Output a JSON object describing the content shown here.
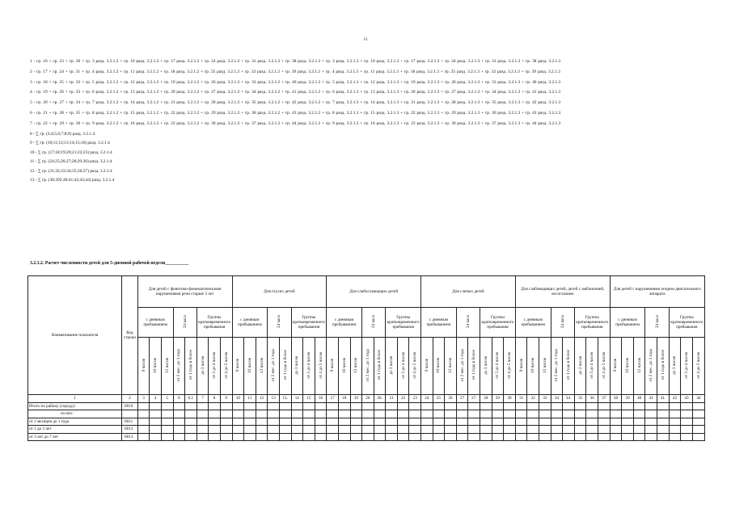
{
  "page_number": "15",
  "formulas": [
    "1 - гр. 16 + гр. 23 + гр. 30 + гр. 3 разд. 3.2.1.2 + гр. 10 разд. 3.2.1.2 + гр. 17 разд. 3.2.1.2 + гр. 24 разд. 3.2.1.2 + гр. 31 разд. 3.2.1.2 + гр. 38 разд. 3.2.1.2 + гр. 3 разд. 3.2.1.3 + гр. 10 разд. 3.2.1.3 + гр. 17 разд. 3.2.1.3 + гр. 24 разд. 3.2.1.3 + гр. 31 разд. 3.2.1.3 + гр. 38 разд. 3.2.1.3",
    "2 - гр. 17 + гр. 24 + гр. 31 + гр. 4 разд. 3.2.1.2 + гр. 11 разд. 3.2.1.2 + гр. 18 разд. 3.2.1.2 + гр. 25 разд. 3.2.1.2 + гр. 32 разд. 3.2.1.2 + гр. 39 разд. 3.2.1.2 + гр. 4 разд. 3.2.1.3 + гр. 11 разд. 3.2.1.3 + гр. 18 разд. 3.2.1.3 + гр. 25 разд. 3.2.1.3 + гр. 32 разд. 3.2.1.3 + гр. 39 разд. 3.2.1.3",
    "3 - гр. 18 + гр. 25 + гр. 32 + гр. 5 разд. 3.2.1.2 + гр. 12 разд. 3.2.1.2 + гр. 19 разд. 3.2.1.2 + гр. 26 разд. 3.2.1.2 + гр. 33 разд. 3.2.1.2 + гр. 40 разд. 3.2.1.2 + гр. 5 разд. 3.2.1.3 + гр. 12 разд. 3.2.1.3 + гр. 19 разд. 3.2.1.3 + гр. 26 разд. 3.2.1.3 + гр. 33 разд. 3.2.1.3 + гр. 40 разд. 3.2.1.3",
    "4 - гр. 19 + гр. 26 + гр. 33 + гр. 6 разд. 3.2.1.2 + гр. 13 разд. 3.2.1.2 + гр. 20 разд. 3.2.1.2 + гр. 27 разд. 3.2.1.2 + гр. 34 разд. 3.2.1.2 + гр. 41 разд. 3.2.1.2 + гр. 6 разд. 3.2.1.3 + гр. 13 разд. 3.2.1.3 + гр. 20 разд. 3.2.1.3 + гр. 27 разд. 3.2.1.3 + гр. 34 разд. 3.2.1.3 + гр. 41 разд. 3.2.1.3",
    "5 - гр. 20 + гр. 27 + гр. 34 + гр. 7 разд. 3.2.1.2 + гр. 14 разд. 3.2.1.2 + гр. 21 разд. 3.2.1.2 + гр. 28 разд. 3.2.1.2 + гр. 35 разд. 3.2.1.2 + гр. 42 разд. 3.2.1.2 + гр. 7 разд. 3.2.1.3 + гр. 14 разд. 3.2.1.3 + гр. 21 разд. 3.2.1.3 + гр. 28 разд. 3.2.1.3 + гр. 35 разд. 3.2.1.3 + гр. 42 разд. 3.2.1.3",
    "6 - гр. 21 + гр. 28 + гр. 35 + гр. 8 разд. 3.2.1.2 + гр. 15 разд. 3.2.1.2 + гр. 22 разд. 3.2.1.2 + гр. 29 разд. 3.2.1.2 + гр. 36 разд. 3.2.1.2 + гр. 43 разд. 3.2.1.2 + гр. 8 разд. 3.2.1.3 + гр. 15 разд. 3.2.1.3 + гр. 22 разд. 3.2.1.3 + гр. 29 разд. 3.2.1.3 + гр. 36 разд. 3.2.1.3 + гр. 43 разд. 3.2.1.3",
    "7 - гр. 22 + гр. 29 + гр. 36 + гр. 9 разд. 3.2.1.2 + гр. 16 разд. 3.2.1.2 + гр. 23 разд. 3.2.1.2 + гр. 30 разд. 3.2.1.2 + гр. 37 разд. 3.2.1.2 + гр. 44 разд. 3.2.1.2 + гр. 9 разд. 3.2.1.3 + гр. 16 разд. 3.2.1.3 + гр. 23 разд. 3.2.1.3 + гр. 30 разд. 3.2.1.3 + гр. 37 разд. 3.2.1.3 + гр. 44 разд. 3.2.1.3"
  ],
  "sums": [
    "8 - ∑ гр. (3;4;5;6;7;8;9) разд. 3.2.1.4",
    "9 - ∑ гр. (10;11;12;13;14;15;16) разд. 3.2.1.4",
    "10 - ∑ гр. (17;18;19;20;21;22;23) разд. 3.2.1.4",
    "11 - ∑ гр. (24;25;26;27;28;29;30) разд. 3.2.1.4",
    "12 - ∑ гр. (31;32;33;34;35;36;37) разд. 3.2.1.4",
    "13 - ∑ гр. (38;392;40;41;42;43;44) разд. 3.2.1.4"
  ],
  "section_title": "3.2.1.2. Расчет численности детей для 5-дневной рабочей недели__________",
  "table": {
    "name_header": "Наименование показателя",
    "code_header": "Код строки",
    "groups": [
      "Для детей с фонетико-фонематическими нарушениями речи старше 3 лет",
      "Для глухих детей",
      "Для слабослышащих детей",
      "Для слепых детей",
      "Для слабовидящих детей, детей с амблиопией, косоглазием",
      "Для детей с нарушениями опорно-двигательного аппарата"
    ],
    "sub_day": "с дневным пребыванием",
    "sub_24": "24 часа",
    "sub_short": [
      "Группы кратковременного пребывания",
      "Группы кратковременного пребывания",
      "Группы кратковременного пребывания",
      "Группы кратковременного пребывания",
      "Группы кратковременного пребывания",
      "Группы кратковременного пребывания"
    ],
    "vertical": [
      "9 часов",
      "10 часов",
      "12 часов",
      "от 2 мес. до 1 года",
      "от 1 года и более",
      "до 3 часов",
      "от 3 до 4 часов",
      "от 4 до 5 часов"
    ],
    "column_numbers": [
      "1",
      "2",
      "3",
      "4",
      "5",
      "6",
      "6.1",
      "7",
      "8",
      "9",
      "10",
      "11",
      "12",
      "13",
      "13.",
      "14",
      "15",
      "16",
      "17",
      "18",
      "19",
      "20",
      "20.",
      "21",
      "22",
      "23",
      "24",
      "25",
      "26",
      "27",
      "27.",
      "28",
      "29",
      "30",
      "31",
      "32",
      "33",
      "34",
      "34.",
      "35",
      "36",
      "37",
      "38",
      "39",
      "40",
      "41",
      "41.",
      "42",
      "43",
      "44"
    ],
    "rows": [
      {
        "label": "Итого по району (городу):",
        "code": "0010",
        "indent": false
      },
      {
        "label": "из них:",
        "code": "",
        "indent": true
      },
      {
        "label": "от 2 месяцев до 1 года",
        "code": "0011",
        "indent": false
      },
      {
        "label": "от 1 до 3 лет",
        "code": "0012",
        "indent": false
      },
      {
        "label": "от 3 лет до 7 лет",
        "code": "0013",
        "indent": false
      }
    ]
  }
}
